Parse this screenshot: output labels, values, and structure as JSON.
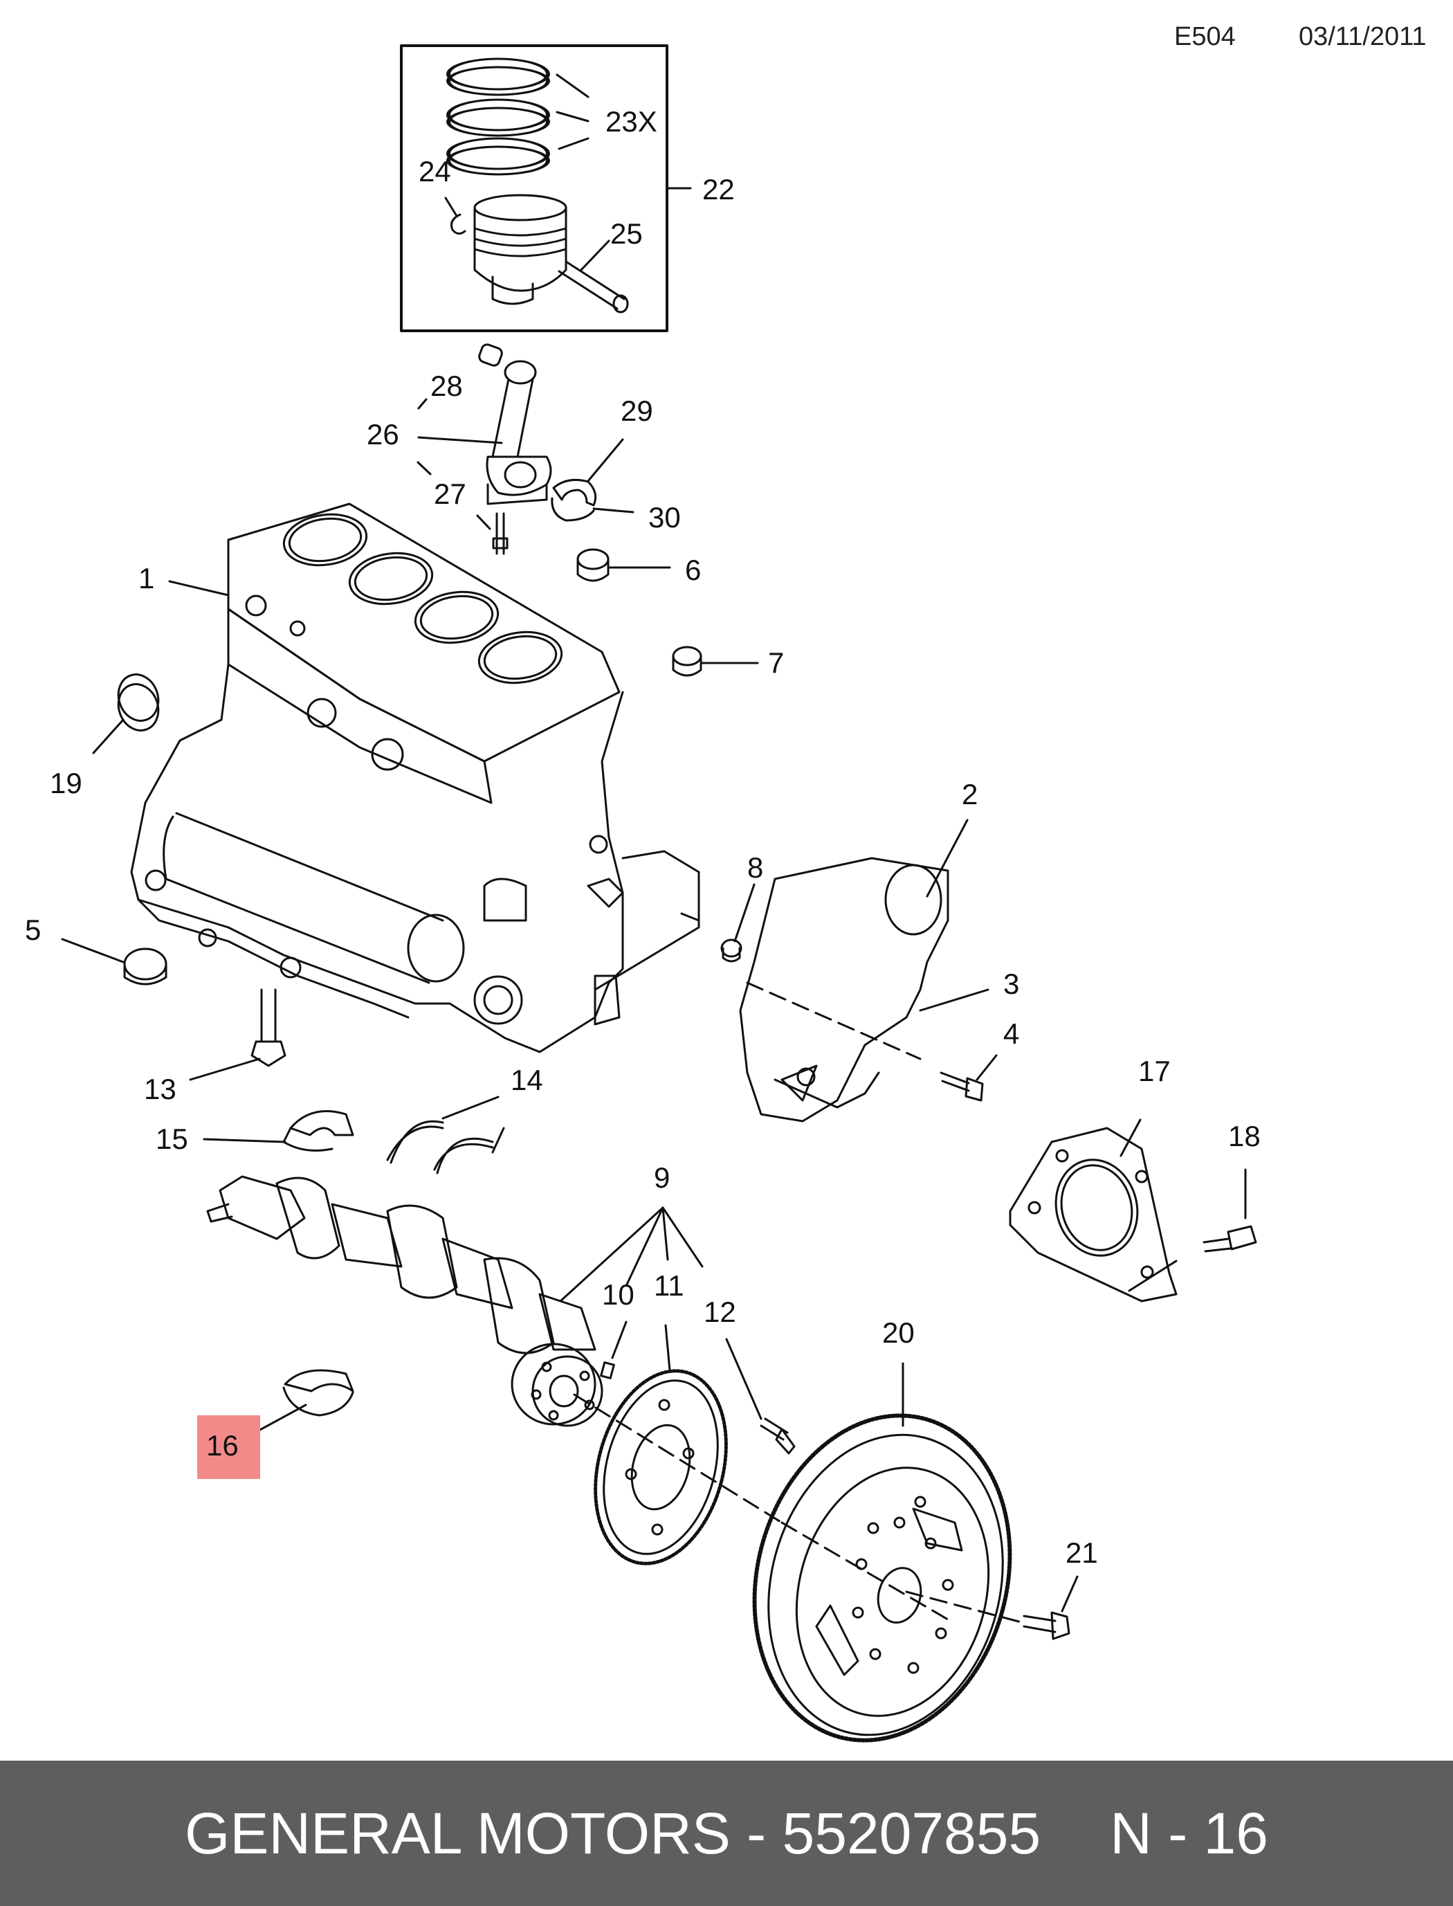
{
  "header": {
    "diagram_code": "E504",
    "date": "03/11/2011"
  },
  "callouts": {
    "c1": "1",
    "c2": "2",
    "c3": "3",
    "c4": "4",
    "c5": "5",
    "c6": "6",
    "c7": "7",
    "c8": "8",
    "c9": "9",
    "c10": "10",
    "c11": "11",
    "c12": "12",
    "c13": "13",
    "c14": "14",
    "c15": "15",
    "c16": "16",
    "c17": "17",
    "c18": "18",
    "c19": "19",
    "c20": "20",
    "c21": "21",
    "c22": "22",
    "c23": "23X",
    "c24": "24",
    "c25": "25",
    "c26": "26",
    "c27": "27",
    "c28": "28",
    "c29": "29",
    "c30": "30"
  },
  "highlighted_callout": "16",
  "footer": {
    "brand_part": "GENERAL MOTORS - 55207855",
    "position_ref": "N - 16"
  }
}
